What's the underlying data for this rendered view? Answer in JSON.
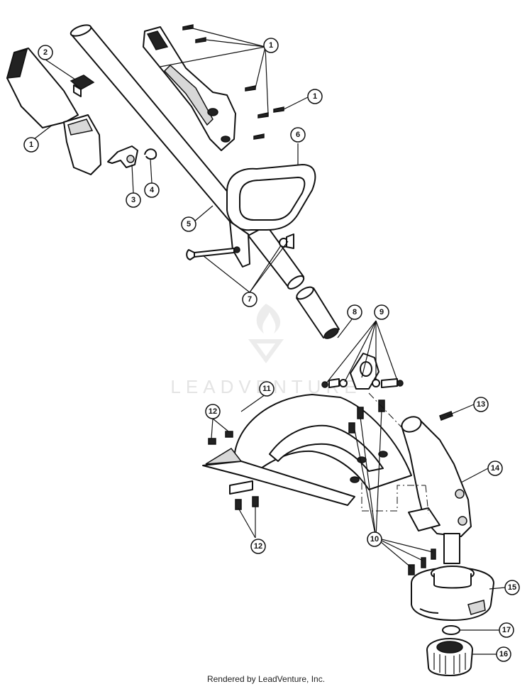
{
  "watermark": {
    "text": "LEADVENTURE"
  },
  "callouts": [
    {
      "id": "c1a",
      "label": "1"
    },
    {
      "id": "c2",
      "label": "2"
    },
    {
      "id": "c1b",
      "label": "1"
    },
    {
      "id": "c1c",
      "label": "1"
    },
    {
      "id": "c6",
      "label": "6"
    },
    {
      "id": "c3",
      "label": "3"
    },
    {
      "id": "c4",
      "label": "4"
    },
    {
      "id": "c5",
      "label": "5"
    },
    {
      "id": "c7",
      "label": "7"
    },
    {
      "id": "c8",
      "label": "8"
    },
    {
      "id": "c9",
      "label": "9"
    },
    {
      "id": "c11",
      "label": "11"
    },
    {
      "id": "c12a",
      "label": "12"
    },
    {
      "id": "c13",
      "label": "13"
    },
    {
      "id": "c14",
      "label": "14"
    },
    {
      "id": "c12b",
      "label": "12"
    },
    {
      "id": "c10",
      "label": "10"
    },
    {
      "id": "c15",
      "label": "15"
    },
    {
      "id": "c17",
      "label": "17"
    },
    {
      "id": "c16",
      "label": "16"
    }
  ],
  "footer": {
    "credit": "Rendered by LeadVenture, Inc."
  }
}
